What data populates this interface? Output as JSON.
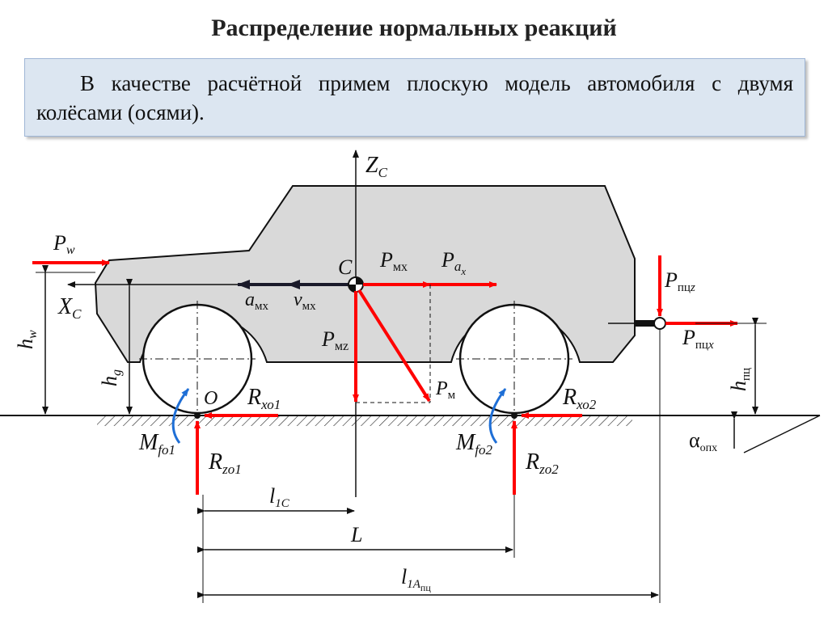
{
  "title": "Распределение нормальных реакций",
  "callout": {
    "text": "В качестве расчётной примем плоскую модель автомобиля с двумя колёсами (осями)."
  },
  "labels": {
    "zc": {
      "main": "Z",
      "sub": "C"
    },
    "xc": {
      "main": "X",
      "sub": "C"
    },
    "c": "C",
    "o": "O",
    "pw": {
      "main": "P",
      "sub": "w"
    },
    "hw": {
      "main": "h",
      "sub": "w"
    },
    "hg": {
      "main": "h",
      "sub": "g"
    },
    "amx": {
      "main": "a",
      "sub": "мх"
    },
    "vmx": {
      "main": "v",
      "sub": "мх"
    },
    "pmx": {
      "main": "P",
      "sub": "мх"
    },
    "pax": {
      "main": "P",
      "sub": "a",
      "subsub": "x"
    },
    "pmz": {
      "main": "P",
      "sub": "мz"
    },
    "pm": {
      "main": "P",
      "sub": "м"
    },
    "ppcz": {
      "main": "P",
      "sub": "пц",
      "subit": "z"
    },
    "ppcx": {
      "main": "P",
      "sub": "пц",
      "subit": "x"
    },
    "hpc": {
      "main": "h",
      "sub": "пц"
    },
    "alpha": {
      "main": "α",
      "sub": "опх"
    },
    "rxo1": {
      "main": "R",
      "sub": "хо1"
    },
    "rxo2": {
      "main": "R",
      "sub": "хо2"
    },
    "rzo1": {
      "main": "R",
      "sub": "zо1"
    },
    "rzo2": {
      "main": "R",
      "sub": "zо2"
    },
    "mfo1": {
      "main": "M",
      "sub": "fо1"
    },
    "mfo2": {
      "main": "M",
      "sub": "fо2"
    },
    "l1c": {
      "main": "l",
      "sub": "1C"
    },
    "L": "L",
    "l1a": {
      "main": "l",
      "sub": "1A",
      "subsub": "пц"
    }
  },
  "colors": {
    "force_arrow": "#ff0000",
    "moment_arrow": "#1f6fd6",
    "body_fill": "#d9d9d9",
    "callout_bg": "#dce6f1"
  }
}
